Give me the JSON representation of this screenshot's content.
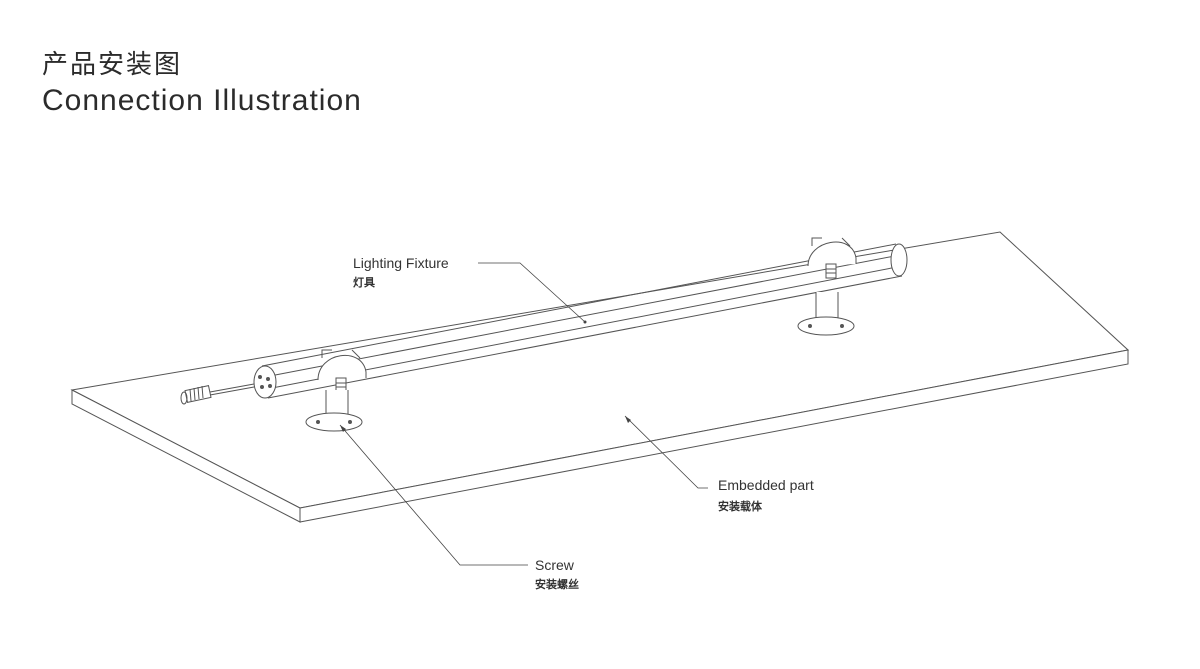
{
  "title": {
    "cn": "产品安装图",
    "en": "Connection Illustration"
  },
  "labels": {
    "fixture": {
      "en": "Lighting Fixture",
      "cn": "灯具"
    },
    "embedded": {
      "en": "Embedded part",
      "cn": "安装载体"
    },
    "screw": {
      "en": "Screw",
      "cn": "安装螺丝"
    }
  },
  "colors": {
    "line": "#555555",
    "leader": "#444444"
  }
}
